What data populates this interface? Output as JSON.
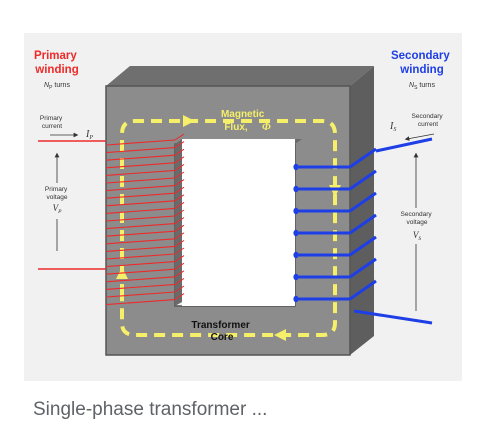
{
  "diagram": {
    "primary": {
      "title_line1": "Primary",
      "title_line2": "winding",
      "turns_label": "N",
      "turns_sub": "P",
      "turns_suffix": " turns",
      "current_line1": "Primary",
      "current_line2": "current",
      "current_symbol": "I",
      "current_sub": "P",
      "voltage_line1": "Primary",
      "voltage_line2": "voltage",
      "voltage_symbol": "V",
      "voltage_sub": "P"
    },
    "secondary": {
      "title_line1": "Secondary",
      "title_line2": "winding",
      "turns_label": "N",
      "turns_sub": "S",
      "turns_suffix": " turns",
      "current_line1": "Secondary",
      "current_line2": "current",
      "current_symbol": "I",
      "current_sub": "S",
      "voltage_line1": "Secondary",
      "voltage_line2": "voltage",
      "voltage_symbol": "V",
      "voltage_sub": "S"
    },
    "flux": {
      "line1": "Magnetic",
      "line2": "Flux,",
      "symbol": "Φ"
    },
    "core": {
      "line1": "Transformer",
      "line2": "Core"
    }
  },
  "colors": {
    "primary": "#ee2a2a",
    "secondary": "#1e3ee6",
    "flux": "#f5ef6a",
    "core_front": "#8c8c8c"
  },
  "caption": "Single-phase transformer ..."
}
